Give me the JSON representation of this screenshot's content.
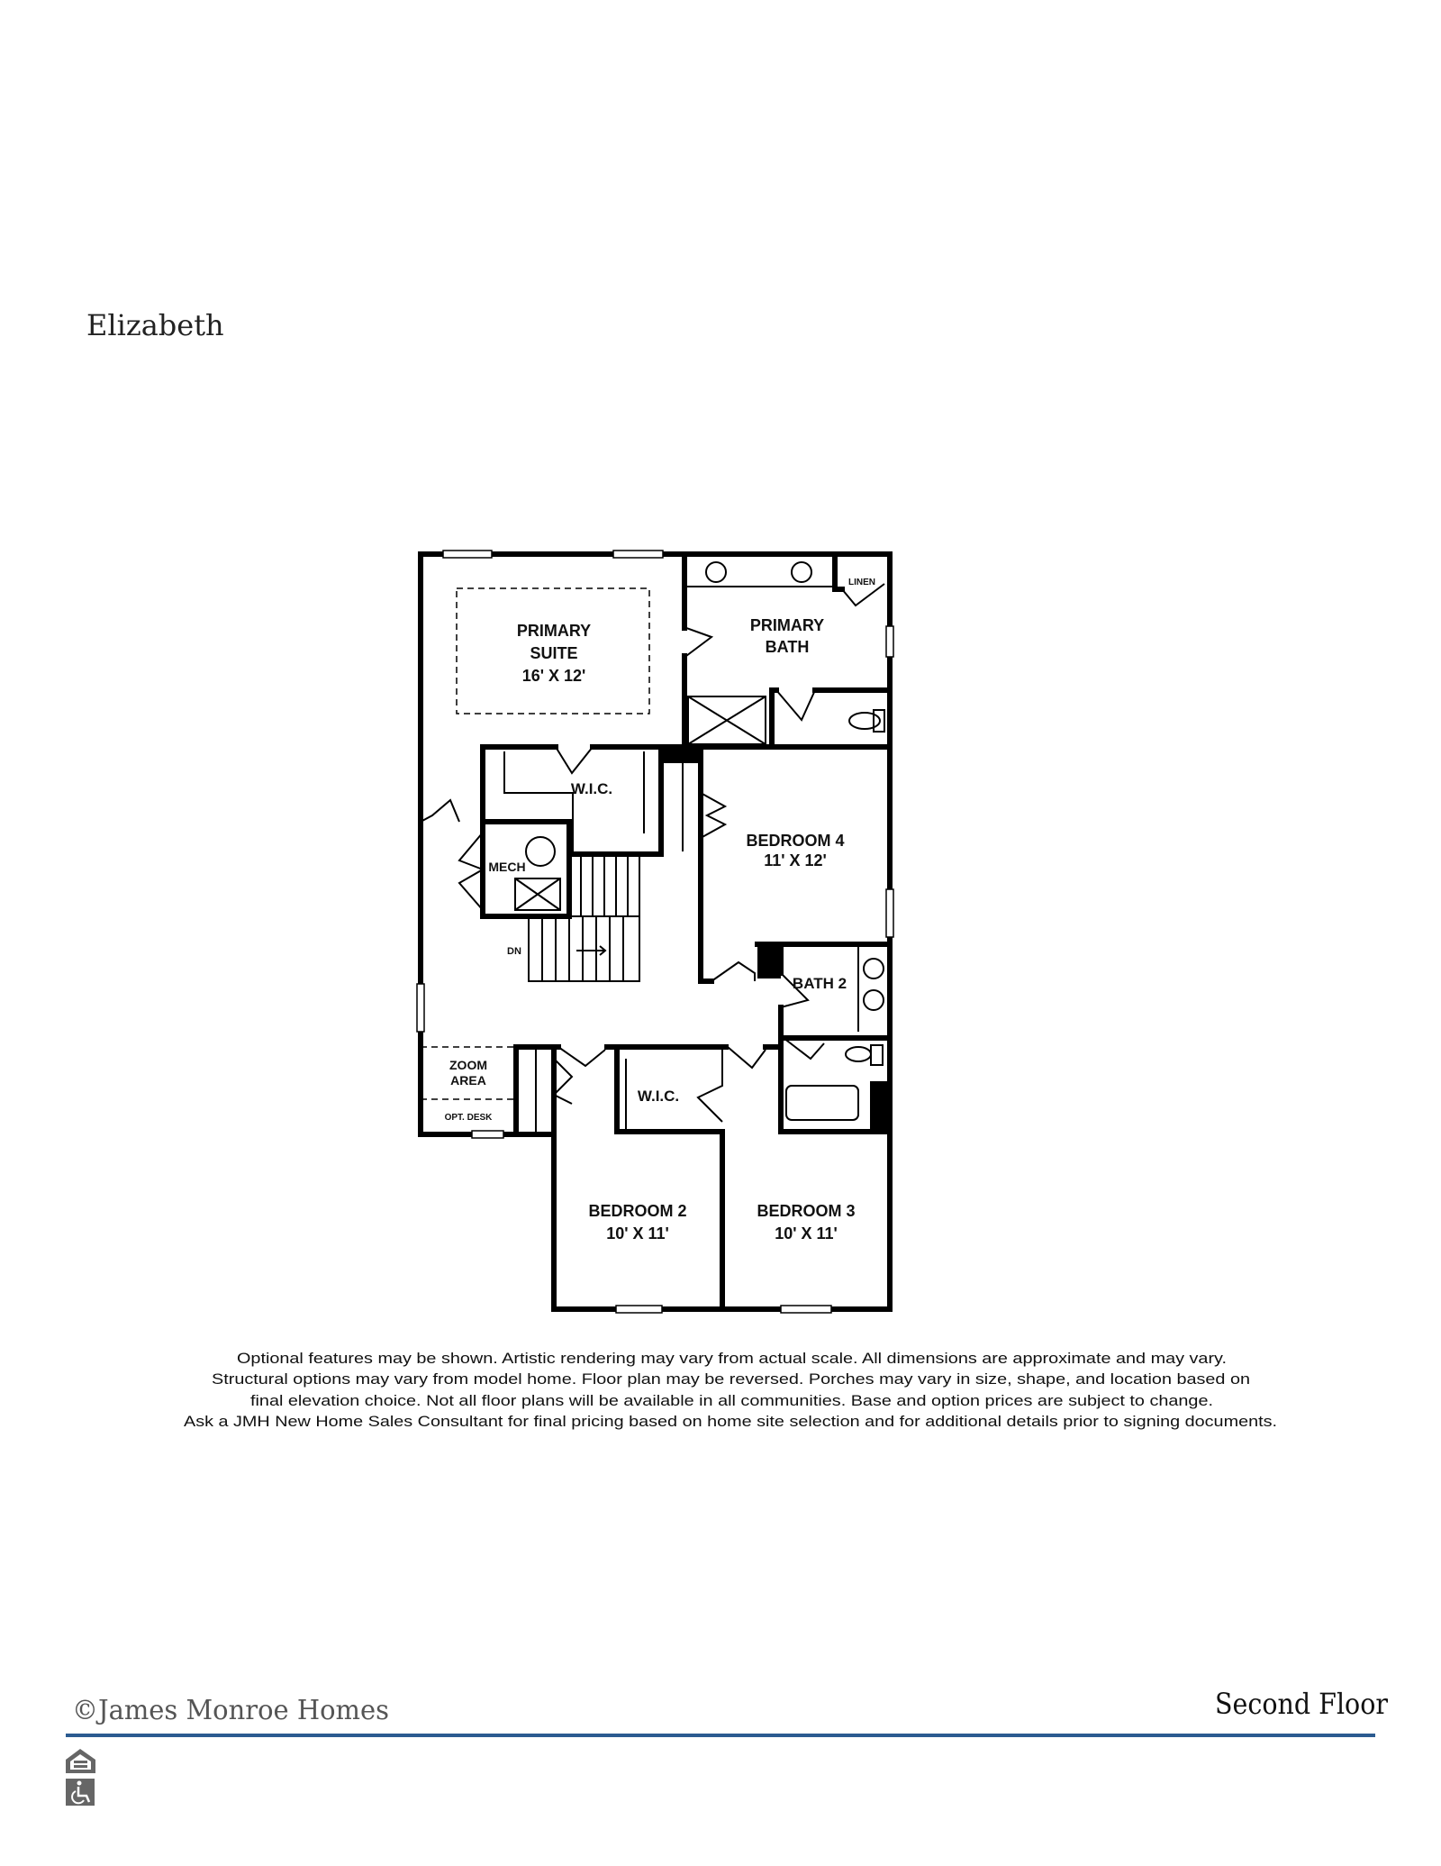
{
  "plan_name": "Elizabeth",
  "floor_label": "Second Floor",
  "copyright": "©James Monroe Homes",
  "rooms": {
    "primary_suite": {
      "name_1": "PRIMARY",
      "name_2": "SUITE",
      "size": "16' X 12'"
    },
    "primary_bath": {
      "name_1": "PRIMARY",
      "name_2": "BATH"
    },
    "linen": "LINEN",
    "wic_upper": "W.I.C.",
    "mech": "MECH",
    "bedroom4": {
      "name": "BEDROOM 4",
      "size": "11' X 12'"
    },
    "dn": "DN",
    "bath2": "BATH 2",
    "zoom_area": {
      "name_1": "ZOOM",
      "name_2": "AREA",
      "opt": "OPT. DESK"
    },
    "wic_lower": "W.I.C.",
    "bedroom2": {
      "name": "BEDROOM 2",
      "size": "10' X 11'"
    },
    "bedroom3": {
      "name": "BEDROOM 3",
      "size": "10' X 11'"
    }
  },
  "disclaimer": [
    "Optional features may be shown. Artistic rendering may vary from actual scale. All dimensions are approximate and may vary.",
    "Structural options may vary from model home. Floor plan may be reversed. Porches may vary in size, shape, and location based on",
    "final elevation choice. Not all floor plans will be available in all communities. Base and option prices are subject to change.",
    "Ask a JMH New Home Sales Consultant for final pricing based on home site selection and for additional details prior to signing documents."
  ],
  "icons": [
    "equal-housing-icon",
    "accessibility-icon"
  ],
  "colors": {
    "rule": "#2b5b90",
    "footer_text": "#555555",
    "icon": "#666666"
  }
}
